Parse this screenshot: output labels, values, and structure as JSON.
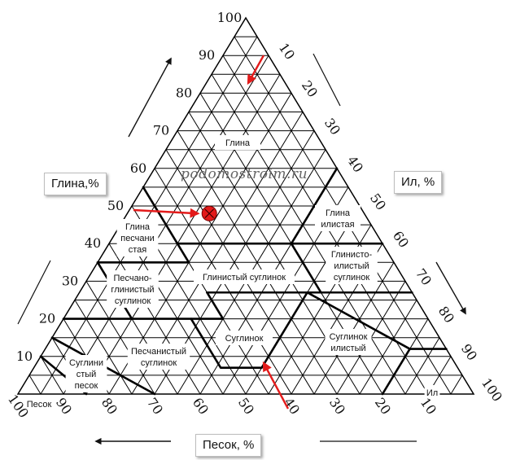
{
  "axes": {
    "clay": {
      "label": "Глина,%",
      "ticks": [
        "10",
        "20",
        "30",
        "40",
        "50",
        "60",
        "70",
        "80",
        "90",
        "100"
      ]
    },
    "silt": {
      "label": "Ил, %",
      "ticks": [
        "10",
        "20",
        "30",
        "40",
        "50",
        "60",
        "70",
        "80",
        "90",
        "100"
      ]
    },
    "sand": {
      "label": "Песок, %",
      "ticks": [
        "100",
        "90",
        "80",
        "70",
        "60",
        "50",
        "40",
        "30",
        "20",
        "10"
      ]
    }
  },
  "watermark": "podomostroim.ru",
  "regions": [
    {
      "id": "clay",
      "lines": [
        "Глина"
      ]
    },
    {
      "id": "silty-clay",
      "lines": [
        "Глина",
        "илистая"
      ]
    },
    {
      "id": "sandy-clay",
      "lines": [
        "Глина",
        "песчани",
        "стая"
      ]
    },
    {
      "id": "clay-loam",
      "lines": [
        "Глинистый суглинок"
      ]
    },
    {
      "id": "silty-clay-loam",
      "lines": [
        "Глинисто-",
        "илистый",
        "суглинок"
      ]
    },
    {
      "id": "sandy-clay-loam",
      "lines": [
        "Песчано-",
        "глинистый",
        "суглинок"
      ]
    },
    {
      "id": "loam",
      "lines": [
        "Суглинок"
      ]
    },
    {
      "id": "silt-loam",
      "lines": [
        "Суглинок",
        "илистый"
      ]
    },
    {
      "id": "sandy-loam",
      "lines": [
        "Песчанистый",
        "суглинок"
      ]
    },
    {
      "id": "loamy-sand",
      "lines": [
        "Суглини",
        "стый",
        "песок"
      ]
    },
    {
      "id": "sand",
      "lines": [
        "Песок"
      ]
    },
    {
      "id": "silt",
      "lines": [
        "Ил"
      ]
    }
  ],
  "marker": {
    "clay_pct": 48,
    "silt_pct": 18,
    "sand_pct": 34,
    "color": "#e31b1b"
  },
  "colors": {
    "grid": "#000000",
    "boundary": "#000000",
    "accent": "#e31b1b"
  }
}
